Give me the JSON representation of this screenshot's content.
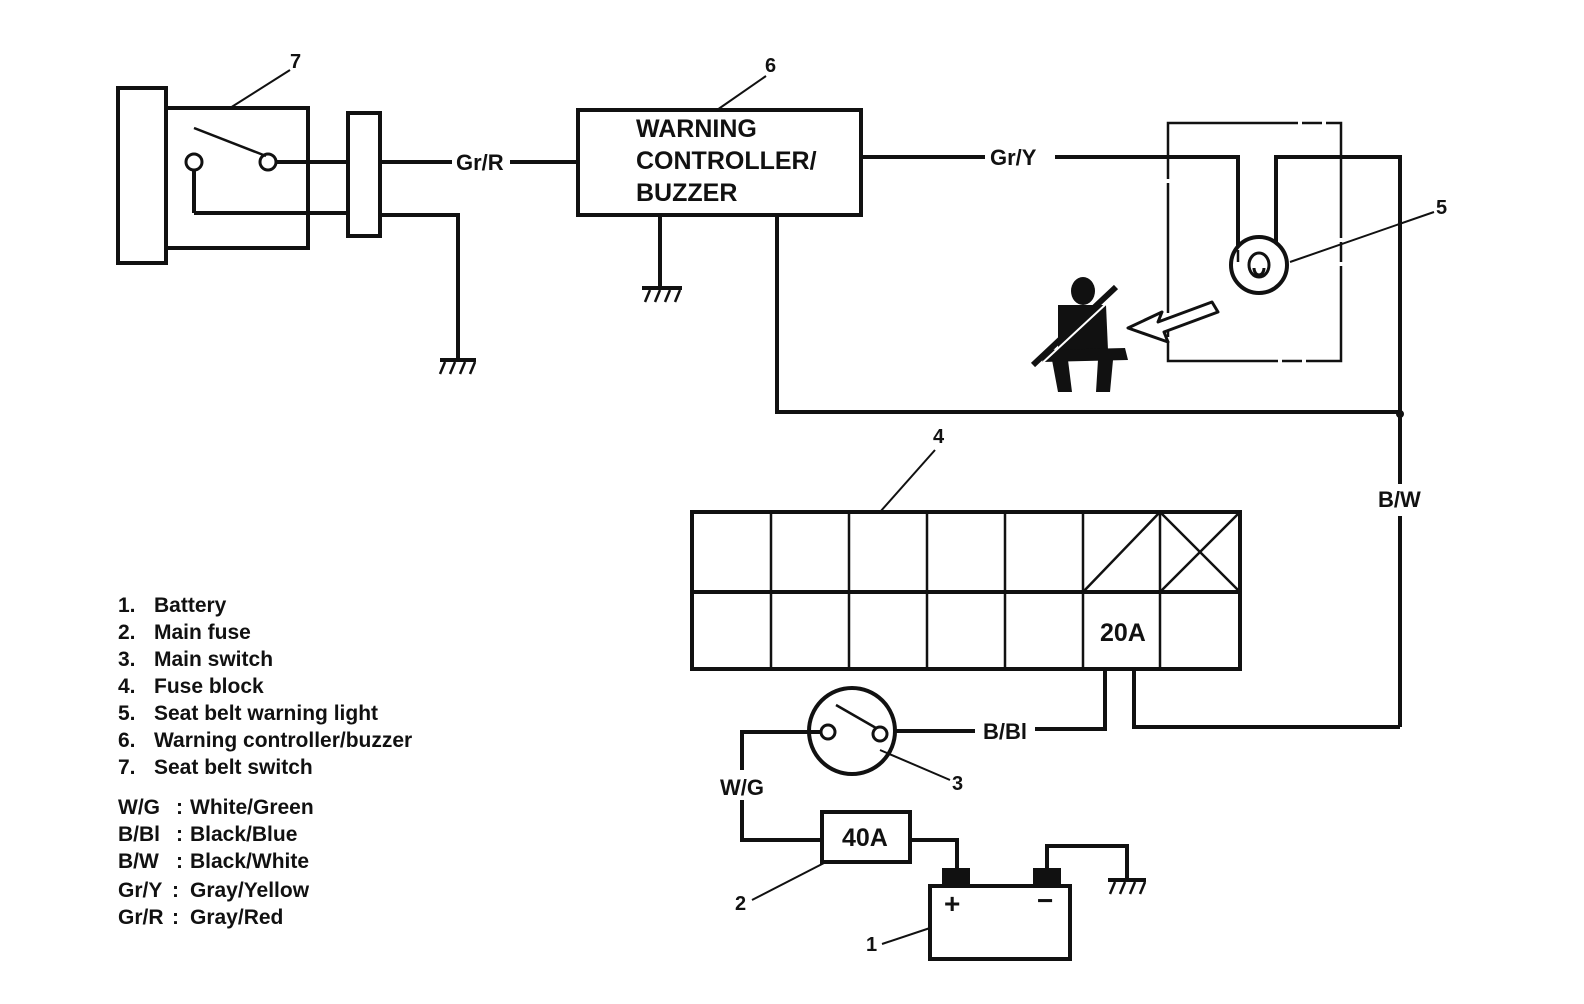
{
  "wires": {
    "gr_r": "Gr/R",
    "gr_y": "Gr/Y",
    "b_w": "B/W",
    "b_bl": "B/Bl",
    "w_g": "W/G"
  },
  "components": {
    "controller_lines": [
      "WARNING",
      "CONTROLLER/",
      "BUZZER"
    ],
    "fuse_block_rating": "20A",
    "main_fuse_rating": "40A",
    "battery_plus": "+",
    "battery_minus": "−"
  },
  "callouts": [
    "1",
    "2",
    "3",
    "4",
    "5",
    "6",
    "7"
  ],
  "legend": {
    "parts": [
      {
        "num": "1.",
        "label": "Battery"
      },
      {
        "num": "2.",
        "label": "Main fuse"
      },
      {
        "num": "3.",
        "label": "Main switch"
      },
      {
        "num": "4.",
        "label": "Fuse block"
      },
      {
        "num": "5.",
        "label": "Seat belt warning light"
      },
      {
        "num": "6.",
        "label": "Warning controller/buzzer"
      },
      {
        "num": "7.",
        "label": "Seat belt switch"
      }
    ],
    "colors": [
      {
        "code": "W/G",
        "label": "White/Green"
      },
      {
        "code": "B/Bl",
        "label": "Black/Blue"
      },
      {
        "code": "B/W",
        "label": "Black/White"
      },
      {
        "code": "Gr/Y",
        "label": "Gray/Yellow"
      },
      {
        "code": "Gr/R",
        "label": "Gray/Red"
      }
    ]
  }
}
